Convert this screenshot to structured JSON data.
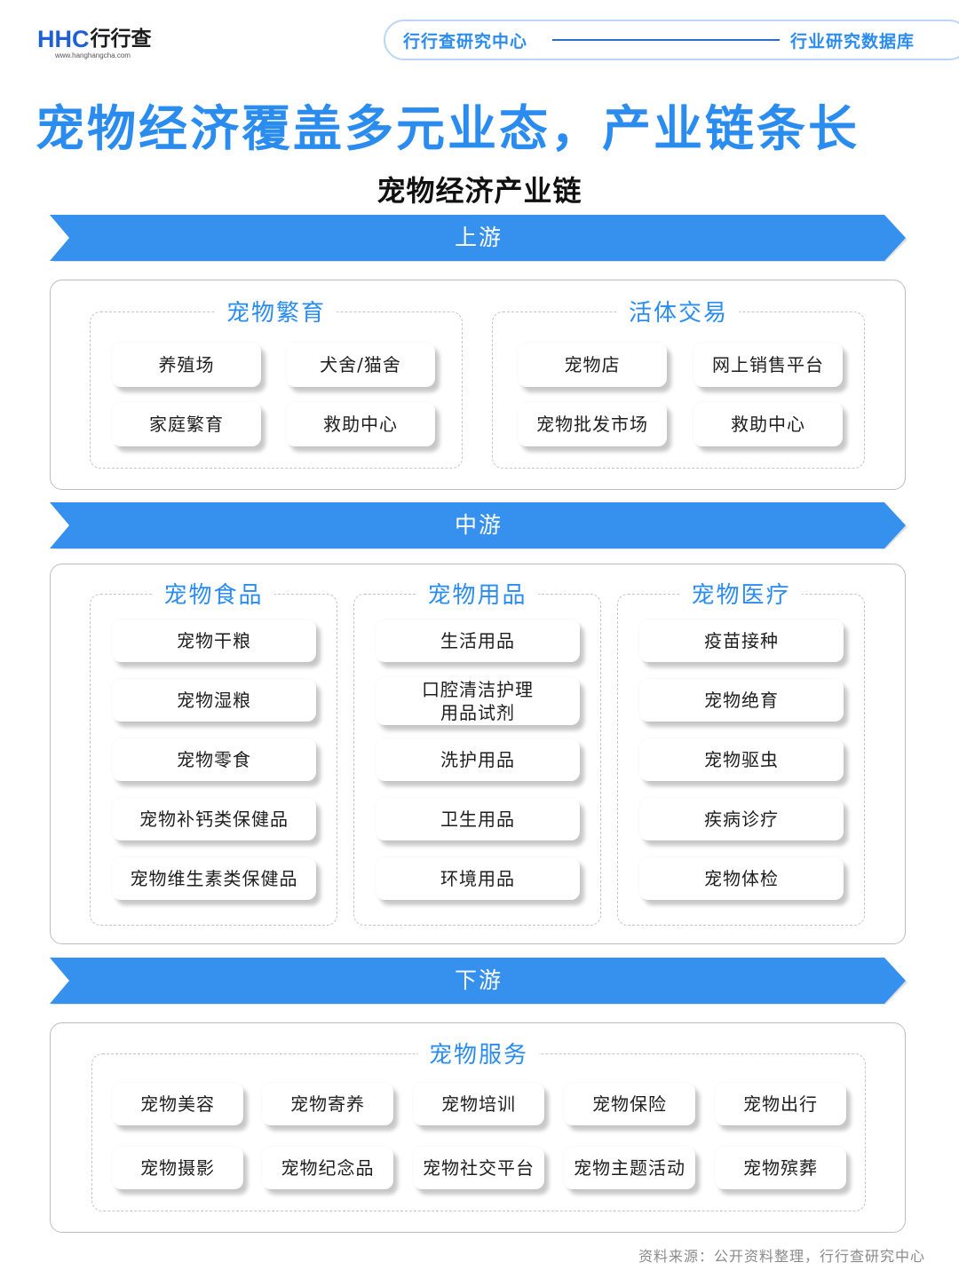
{
  "header": {
    "logo_mark_a": "HH",
    "logo_mark_b": "C",
    "logo_cn": "行行查",
    "logo_url": "www.hanghangcha.com",
    "left_label": "行行查研究中心",
    "right_label": "行业研究数据库"
  },
  "headline": "宠物经济覆盖多元业态，产业链条长",
  "subtitle": "宠物经济产业链",
  "stages": {
    "upstream": {
      "label": "上游",
      "groups": [
        {
          "title": "宠物繁育",
          "items": [
            "养殖场",
            "犬舍/猫舍",
            "家庭繁育",
            "救助中心"
          ]
        },
        {
          "title": "活体交易",
          "items": [
            "宠物店",
            "网上销售平台",
            "宠物批发市场",
            "救助中心"
          ]
        }
      ]
    },
    "midstream": {
      "label": "中游",
      "groups": [
        {
          "title": "宠物食品",
          "items": [
            "宠物干粮",
            "宠物湿粮",
            "宠物零食",
            "宠物补钙类保健品",
            "宠物维生素类保健品"
          ]
        },
        {
          "title": "宠物用品",
          "items": [
            "生活用品",
            "口腔清洁护理\n用品试剂",
            "洗护用品",
            "卫生用品",
            "环境用品"
          ]
        },
        {
          "title": "宠物医疗",
          "items": [
            "疫苗接种",
            "宠物绝育",
            "宠物驱虫",
            "疾病诊疗",
            "宠物体检"
          ]
        }
      ]
    },
    "downstream": {
      "label": "下游",
      "groups": [
        {
          "title": "宠物服务",
          "items": [
            "宠物美容",
            "宠物寄养",
            "宠物培训",
            "宠物保险",
            "宠物出行",
            "宠物摄影",
            "宠物纪念品",
            "宠物社交平台",
            "宠物主题活动",
            "宠物殡葬"
          ]
        }
      ]
    }
  },
  "source": "资料来源：公开资料整理，行行查研究中心",
  "colors": {
    "accent": "#2b8cf0",
    "arrow_fill": "#3590ee",
    "panel_border": "#bdbdbd"
  }
}
